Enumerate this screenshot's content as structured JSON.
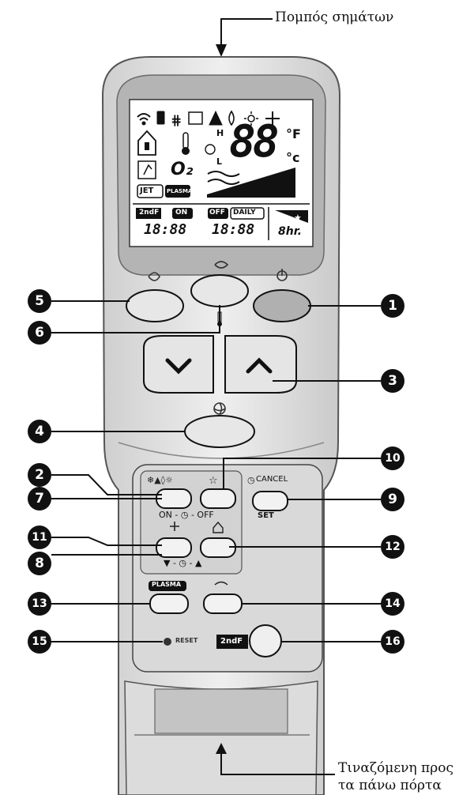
{
  "captions": {
    "transmitter": "Πομπός σημάτων",
    "door_line1": "Τιναζόμενη προς",
    "door_line2": "τα πάνω πόρτα"
  },
  "lcd": {
    "hi_label": "H",
    "lo_label": "L",
    "temp_digits": "88",
    "unit_f": "°F",
    "unit_c": "°c",
    "o2_label": "O₂",
    "jet_label": "JET",
    "plasma_label": "PLASMA",
    "second_f_label": "2ndF",
    "on_label": "ON",
    "off_label": "OFF",
    "daily_label": "DAILY",
    "timer_on": "18:88",
    "timer_off": "18:88",
    "sleep_hours": "8hr."
  },
  "panel": {
    "on_off_label": "ON - ◷ - OFF",
    "cancel_label": "CANCEL",
    "set_label": "SET",
    "plasma_label": "PLASMA",
    "reset_label": "RESET",
    "second_f_label": "2ndF",
    "updown_label": "▼ - ◷ - ▲"
  },
  "callouts": {
    "c1": "1",
    "c2": "2",
    "c3": "3",
    "c4": "4",
    "c5": "5",
    "c6": "6",
    "c7": "7",
    "c8": "8",
    "c9": "9",
    "c10": "10",
    "c11": "11",
    "c12": "12",
    "c13": "13",
    "c14": "14",
    "c15": "15",
    "c16": "16"
  }
}
